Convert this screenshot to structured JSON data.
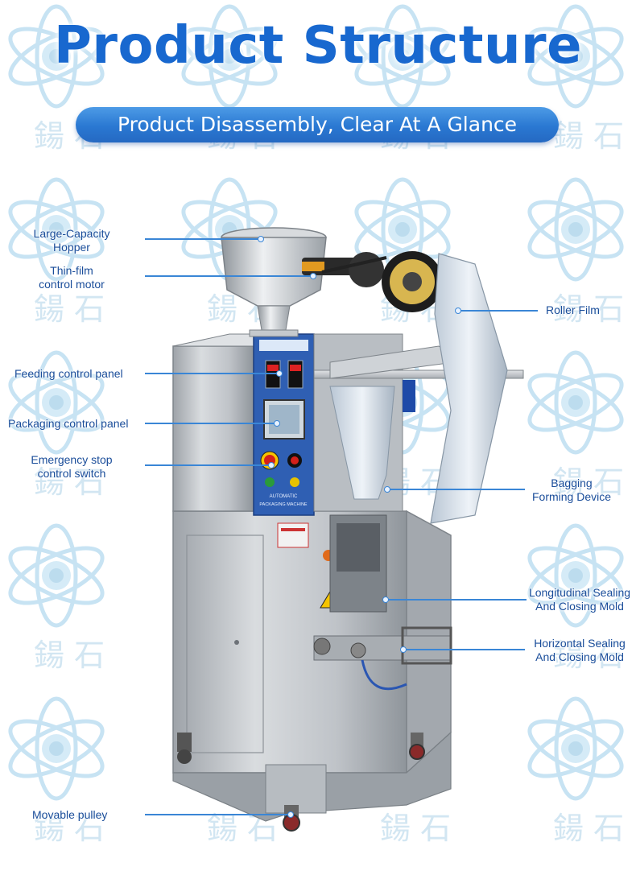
{
  "header": {
    "title": "Product Structure",
    "subtitle": "Product Disassembly, Clear At A Glance"
  },
  "panel": {
    "line1": "",
    "line2": "AUTOMATIC",
    "line3": "PACKAGING MACHINE"
  },
  "labels": {
    "hopper": [
      "Large-Capacity",
      "Hopper"
    ],
    "film_motor": [
      "Thin-film",
      "control motor"
    ],
    "feeding_panel": "Feeding control panel",
    "packaging_panel": "Packaging control panel",
    "emergency": [
      "Emergency stop",
      "control switch"
    ],
    "pulley": "Movable pulley",
    "roller_film": "Roller Film",
    "bagging": [
      "Bagging",
      "Forming Device"
    ],
    "longitudinal": [
      "Longitudinal Sealing",
      "And Closing Mold"
    ],
    "horizontal": [
      "Horizontal Sealing",
      "And Closing Mold"
    ]
  },
  "colors": {
    "title": "#1868cf",
    "pill": "#2a78d2",
    "callout_text": "#1a4d9a",
    "leader": "#3a86d6",
    "steel": "#c9ccd0",
    "control_panel": "#2f5fb3",
    "watermark": "#c7e3f3"
  },
  "icons": {
    "watermark": "atom-watermark-icon",
    "warning": "warning-triangle-icon",
    "emergency": "emergency-stop-icon"
  }
}
